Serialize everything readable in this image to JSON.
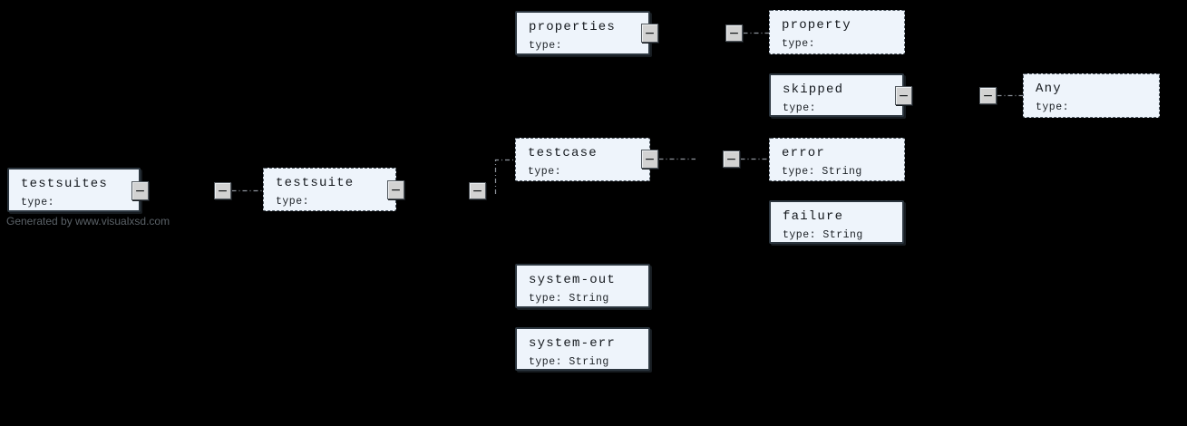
{
  "page": {
    "watermark": "Generated by www.visualxsd.com"
  },
  "colors": {
    "background": "#000000",
    "node_fill": "#eef4fb",
    "node_border_solid": "#2c363f",
    "node_border_dashed": "#4a545e",
    "node_text": "#14181d",
    "connector": "#8d939a",
    "button_fill": "#d2d2d2",
    "button_border": "#51575d",
    "watermark_text": "#5a6167"
  },
  "icons": {
    "minus": "−"
  },
  "nodes": {
    "testsuites": {
      "title": "testsuites",
      "type_label": "type:"
    },
    "testsuite": {
      "title": "testsuite",
      "type_label": "type:"
    },
    "properties": {
      "title": "properties",
      "type_label": "type:"
    },
    "property": {
      "title": "property",
      "type_label": "type:"
    },
    "skipped": {
      "title": "skipped",
      "type_label": "type:"
    },
    "any": {
      "title": "Any",
      "type_label": "type:"
    },
    "testcase": {
      "title": "testcase",
      "type_label": "type:"
    },
    "error": {
      "title": "error",
      "type_label": "type: String"
    },
    "failure": {
      "title": "failure",
      "type_label": "type: String"
    },
    "system_out": {
      "title": "system-out",
      "type_label": "type: String"
    },
    "system_err": {
      "title": "system-err",
      "type_label": "type: String"
    }
  }
}
